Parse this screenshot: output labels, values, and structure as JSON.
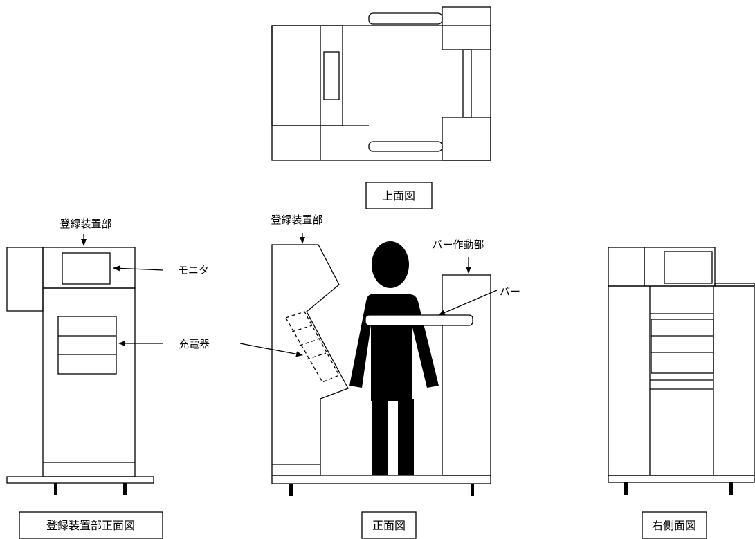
{
  "captions": {
    "top_view": "上面図",
    "device_front_view": "登録装置部正面図",
    "front_view": "正面図",
    "right_side_view": "右側面図"
  },
  "labels": {
    "registration_device_left": "登録装置部",
    "registration_device_center": "登録装置部",
    "monitor": "モニタ",
    "charger": "充電器",
    "bar_actuator": "バー作動部",
    "bar": "バー"
  }
}
